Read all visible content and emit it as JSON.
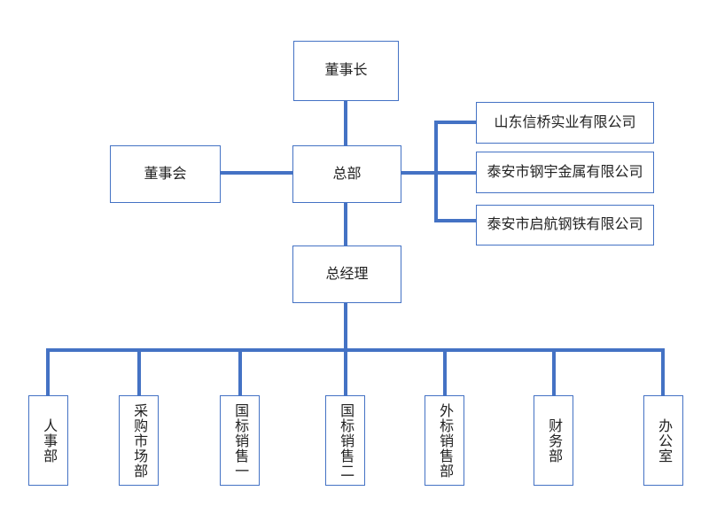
{
  "colors": {
    "connector": "#4472C4",
    "box_border": "#4472C4",
    "text": "#222222",
    "background": "#FFFFFF"
  },
  "org_chart": {
    "type": "org-chart",
    "chairman": {
      "label": "董事长"
    },
    "board": {
      "label": "董事会"
    },
    "headquarters": {
      "label": "总部"
    },
    "general_manager": {
      "label": "总经理"
    },
    "affiliated_companies": [
      {
        "label": "山东信桥实业有限公司"
      },
      {
        "label": "泰安市钢宇金属有限公司"
      },
      {
        "label": "泰安市启航钢铁有限公司"
      }
    ],
    "departments": [
      {
        "label": "人事部"
      },
      {
        "label": "采购市场部"
      },
      {
        "label": "国标销售一"
      },
      {
        "label": "国标销售二"
      },
      {
        "label": "外标销售部"
      },
      {
        "label": "财务部"
      },
      {
        "label": "办公室"
      }
    ],
    "edges": [
      {
        "from": "董事长",
        "to": "总部"
      },
      {
        "from": "董事会",
        "to": "总部"
      },
      {
        "from": "总部",
        "to": "山东信桥实业有限公司"
      },
      {
        "from": "总部",
        "to": "泰安市钢宇金属有限公司"
      },
      {
        "from": "总部",
        "to": "泰安市启航钢铁有限公司"
      },
      {
        "from": "总部",
        "to": "总经理"
      },
      {
        "from": "总经理",
        "to": "人事部"
      },
      {
        "from": "总经理",
        "to": "采购市场部"
      },
      {
        "from": "总经理",
        "to": "国标销售一"
      },
      {
        "from": "总经理",
        "to": "国标销售二"
      },
      {
        "from": "总经理",
        "to": "外标销售部"
      },
      {
        "from": "总经理",
        "to": "财务部"
      },
      {
        "from": "总经理",
        "to": "办公室"
      }
    ]
  }
}
